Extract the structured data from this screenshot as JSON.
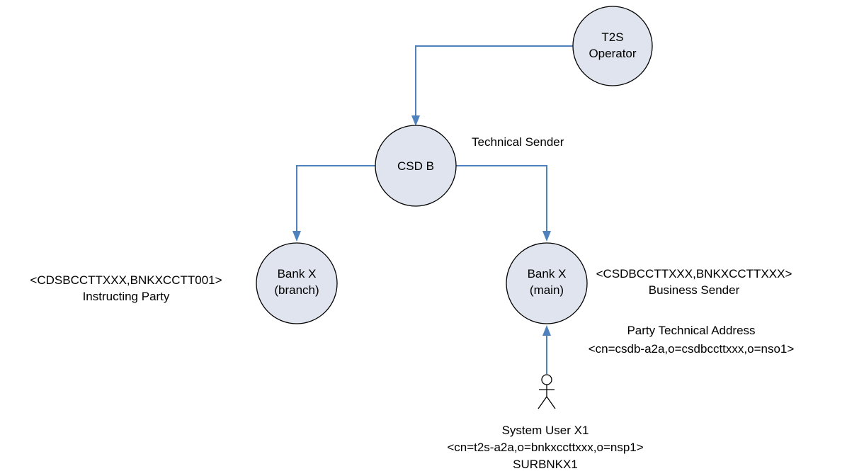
{
  "diagram": {
    "nodes": {
      "t2s_operator": {
        "lines": [
          "T2S",
          "Operator"
        ]
      },
      "csd_b": {
        "lines": [
          "CSD B"
        ]
      },
      "bank_branch": {
        "lines": [
          "Bank X",
          "(branch)"
        ]
      },
      "bank_main": {
        "lines": [
          "Bank X",
          "(main)"
        ]
      }
    },
    "labels": {
      "technical_sender": "Technical Sender",
      "instructing_party_bic": "<CDSBCCTTXXX,BNKXCCTT001>",
      "instructing_party": "Instructing Party",
      "business_sender_bic": "<CSDBCCTTXXX,BNKXCCTTXXX>",
      "business_sender": "Business Sender",
      "party_technical_address": "Party Technical Address",
      "party_technical_address_dn": "<cn=csdb-a2a,o=csdbccttxxx,o=nso1>",
      "system_user": "System User X1",
      "system_user_dn": "<cn=t2s-a2a,o=bnkxccttxxx,o=nsp1>",
      "system_user_login": "SURBNKX1"
    },
    "colors": {
      "node_fill": "#dfe4ee",
      "edge": "#4f81bd"
    },
    "edges": [
      {
        "from": "t2s_operator",
        "to": "csd_b"
      },
      {
        "from": "csd_b",
        "to": "bank_branch"
      },
      {
        "from": "csd_b",
        "to": "bank_main"
      },
      {
        "from": "system_user",
        "to": "bank_main"
      }
    ]
  }
}
